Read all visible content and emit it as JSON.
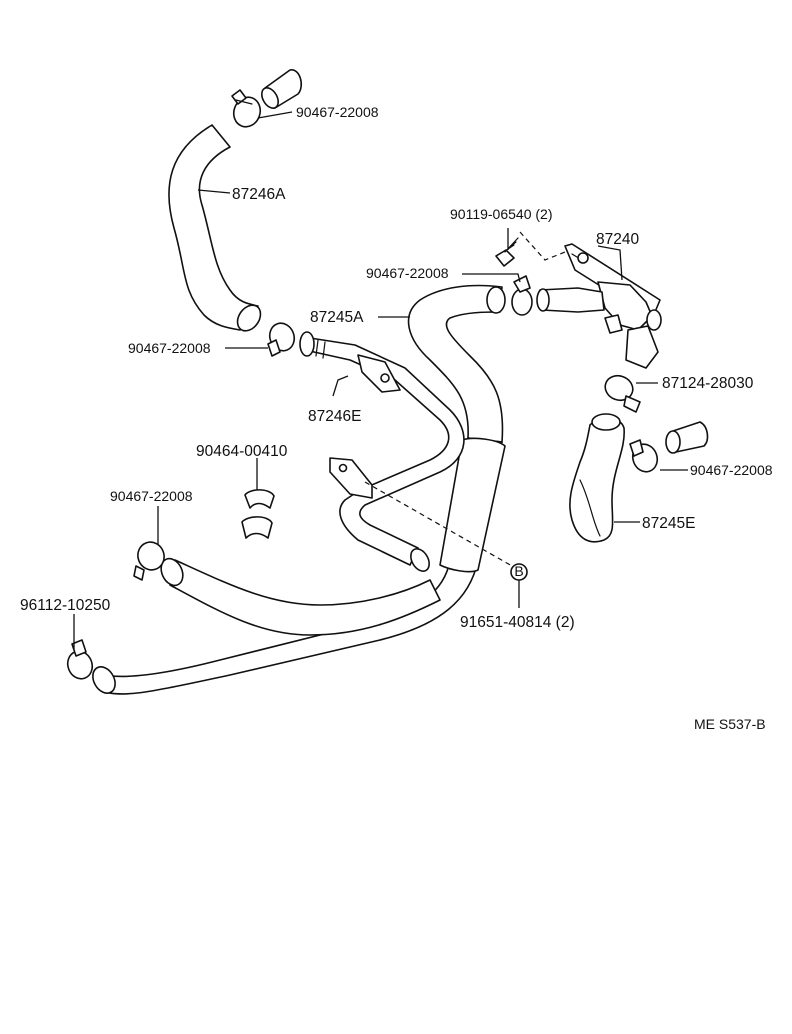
{
  "labels": {
    "l_90467_top": "90467-22008",
    "l_87246A": "87246A",
    "l_90119": "90119-06540 (2)",
    "l_87240": "87240",
    "l_90467_mid": "90467-22008",
    "l_87245A": "87245A",
    "l_90467_left": "90467-22008",
    "l_87246E": "87246E",
    "l_87124": "87124-28030",
    "l_90464": "90464-00410",
    "l_90467_right": "90467-22008",
    "l_90467_lower": "90467-22008",
    "l_87245E": "87245E",
    "l_96112": "96112-10250",
    "l_91651": "91651-40814 (2)",
    "bolt_symbol": "B",
    "diagram_code": "ME S537-B"
  }
}
